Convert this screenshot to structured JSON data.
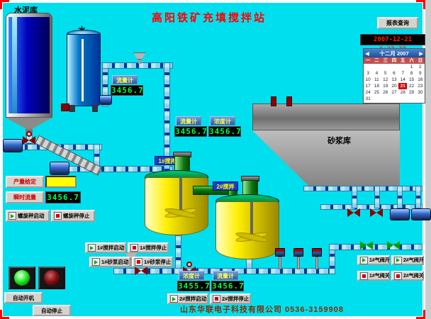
{
  "window": {
    "title": "高阳铁矿充填搅拌站",
    "company": "山东华联电子科技有限公司  0536-3159908"
  },
  "header": {
    "report_button": "报表查询",
    "clock": "2007-12-21 6:23:37"
  },
  "calendar": {
    "title": "十二月 2007",
    "prev_icon": "◀",
    "next_icon": "▶",
    "weekdays": [
      "一",
      "二",
      "三",
      "四",
      "五",
      "六",
      "日"
    ],
    "weeks": [
      [
        "",
        "",
        "",
        "",
        "",
        "1",
        "2"
      ],
      [
        "3",
        "4",
        "5",
        "6",
        "7",
        "8",
        "9"
      ],
      [
        "10",
        "11",
        "12",
        "13",
        "14",
        "15",
        "16"
      ],
      [
        "17",
        "18",
        "19",
        "20",
        "21",
        "22",
        "23"
      ],
      [
        "24",
        "25",
        "26",
        "27",
        "28",
        "29",
        "30"
      ],
      [
        "31",
        "",
        "",
        "",
        "",
        "",
        ""
      ]
    ],
    "today": "21"
  },
  "labels": {
    "cement_silo": "水泥库",
    "water_tank": "水",
    "slurry_store": "砂浆库",
    "mixer1": "1#搅拌",
    "mixer2": "2#搅拌"
  },
  "meters": {
    "flow_top": {
      "label": "流量计",
      "value": "3456.7"
    },
    "flow_mid": {
      "label": "流量计",
      "value": "3456.7"
    },
    "conc_mid": {
      "label": "浓度计",
      "value": "3456.7"
    },
    "conc_bot": {
      "label": "浓度计",
      "value": "3455.7"
    },
    "flow_bot": {
      "label": "流量计",
      "value": "3456.7"
    }
  },
  "panel": {
    "production_label": "产量给定",
    "production_value": "",
    "instant_flow_label": "瞬时流量",
    "instant_flow_value": "3456.7"
  },
  "buttons": {
    "screw_start": "螺旋秤启动",
    "screw_stop": "螺旋秤停止",
    "mixer1_start": "1#搅拌启动",
    "mixer1_stop": "1#搅拌停止",
    "sand1_start": "1#砂泵启动",
    "sand1_stop": "1#砂泵停止",
    "mixer2_start": "2#搅拌启动",
    "mixer2_stop": "2#搅拌停止",
    "gas1_open": "1#气阀开",
    "gas2_open": "2#气阀开",
    "gas1_close": "1#气阀关",
    "gas2_close": "2#气阀关",
    "auto_start": "自动开机",
    "auto_stop": "自动停止"
  },
  "colors": {
    "background": "#00dfee",
    "led_text": "#00ff44",
    "clock_text": "#ff2100",
    "title_text": "#ff0000"
  }
}
